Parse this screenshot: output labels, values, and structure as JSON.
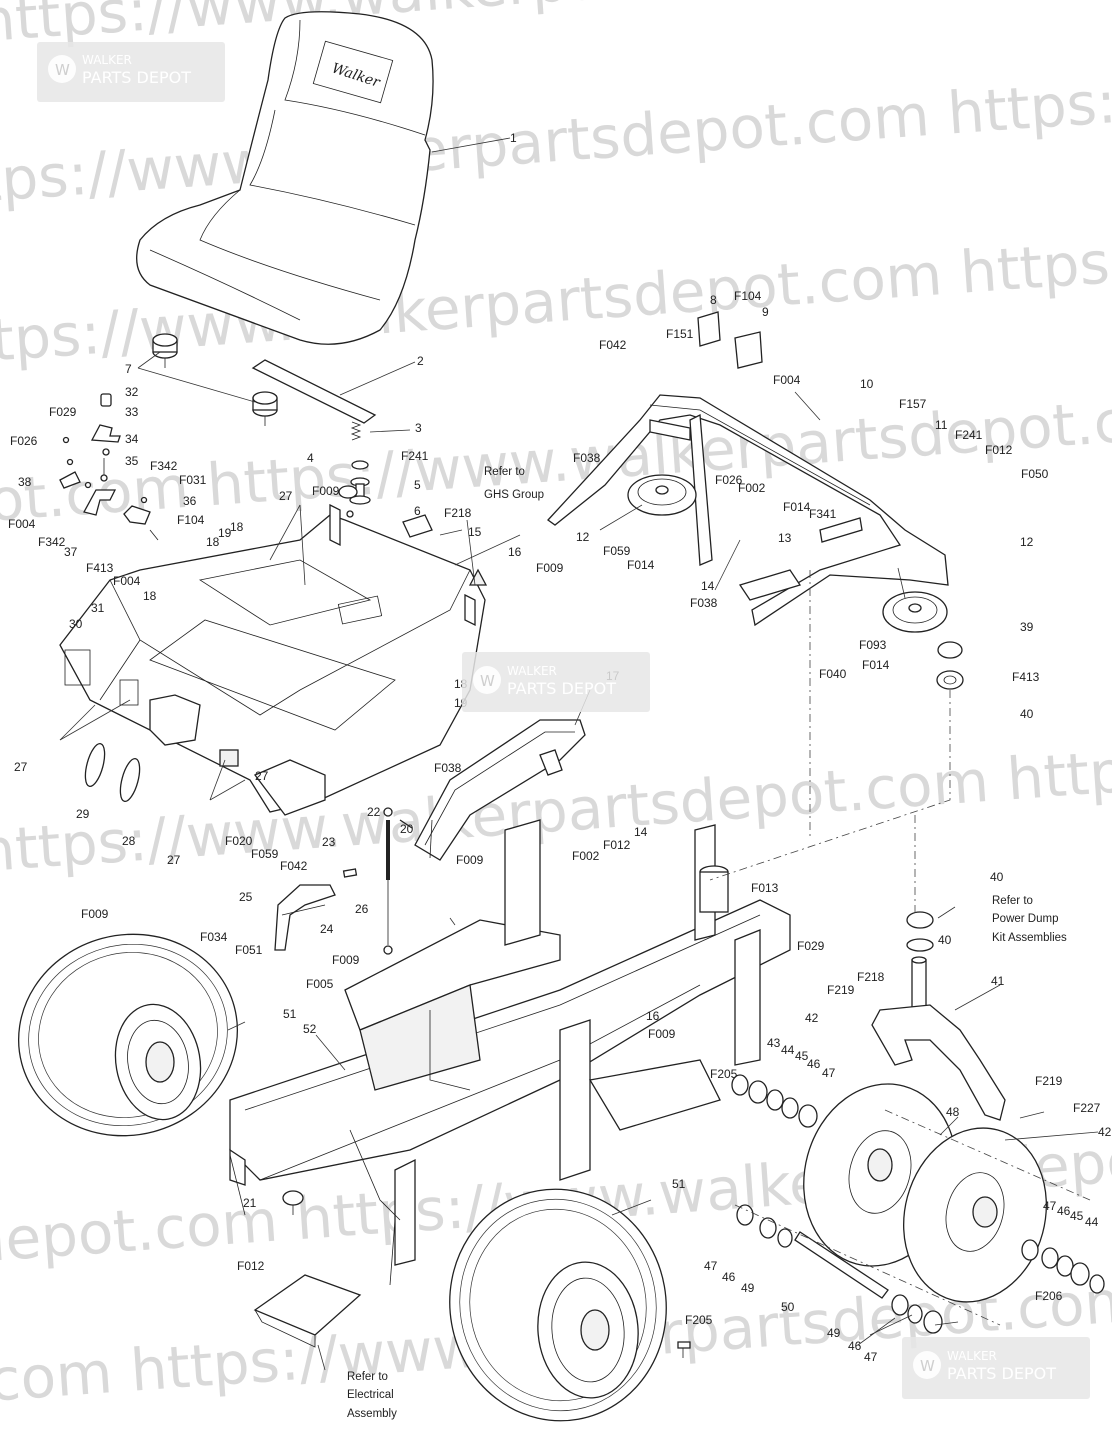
{
  "watermark": {
    "url_text": "https://www.walkerpartsdepot.com",
    "rows": [
      "https://www.walkerpartsdepot.com https://www.walkerpartsdepot.com",
      "tps://www.walkerpartsdepot.com https://www.walkerpartsdepot.com",
      "ttps://www.walkerpartsdepot.com https://www.walkerpartsdepot.co",
      "ot.com https://www.walkerpartsdepot.com https://www.walkerpartsdepot.co",
      "https://www.walkerpartsdepot.com https://www.walkerpartsdepot.com",
      "depot.com https://www.walkerpartsdepot.com https://www.walkerpartsdepot.c",
      "com https://www.walkerpartsdepot.com https://www.walkerpartsdepot.com"
    ]
  },
  "badges": [
    {
      "top": "WALKER",
      "bottom": "PARTS DEPOT"
    },
    {
      "top": "WALKER",
      "bottom": "PARTS DEPOT"
    },
    {
      "top": "WALKER",
      "bottom": "PARTS DEPOT"
    }
  ],
  "seat_brand": "Walker",
  "notes": {
    "ghs": [
      "Refer to",
      "GHS Group"
    ],
    "power_dump": [
      "Refer to",
      "Power Dump",
      "Kit Assemblies"
    ],
    "electrical": [
      "Refer to",
      "Electrical",
      "Assembly"
    ]
  },
  "callouts": [
    "1",
    "2",
    "3",
    "4",
    "5",
    "6",
    "7",
    "8",
    "9",
    "10",
    "11",
    "12",
    "12",
    "13",
    "14",
    "14",
    "15",
    "16",
    "16",
    "17",
    "18",
    "18",
    "18",
    "18",
    "19",
    "19",
    "20",
    "21",
    "22",
    "23",
    "24",
    "25",
    "26",
    "27",
    "27",
    "27",
    "27",
    "28",
    "29",
    "30",
    "31",
    "32",
    "33",
    "34",
    "35",
    "36",
    "37",
    "38",
    "39",
    "40",
    "40",
    "40",
    "41",
    "42",
    "42",
    "43",
    "44",
    "44",
    "45",
    "45",
    "46",
    "46",
    "46",
    "46",
    "47",
    "47",
    "47",
    "47",
    "48",
    "49",
    "49",
    "50",
    "51",
    "51",
    "52",
    "F002",
    "F002",
    "F004",
    "F004",
    "F004",
    "F005",
    "F009",
    "F009",
    "F009",
    "F009",
    "F009",
    "F009",
    "F012",
    "F012",
    "F012",
    "F013",
    "F014",
    "F014",
    "F014",
    "F020",
    "F026",
    "F026",
    "F029",
    "F029",
    "F031",
    "F034",
    "F038",
    "F038",
    "F038",
    "F040",
    "F042",
    "F042",
    "F050",
    "F051",
    "F059",
    "F059",
    "F093",
    "F104",
    "F104",
    "F151",
    "F157",
    "F205",
    "F205",
    "F206",
    "F218",
    "F218",
    "F219",
    "F219",
    "F227",
    "F241",
    "F241",
    "F341",
    "F342",
    "F342",
    "F413",
    "F413"
  ]
}
